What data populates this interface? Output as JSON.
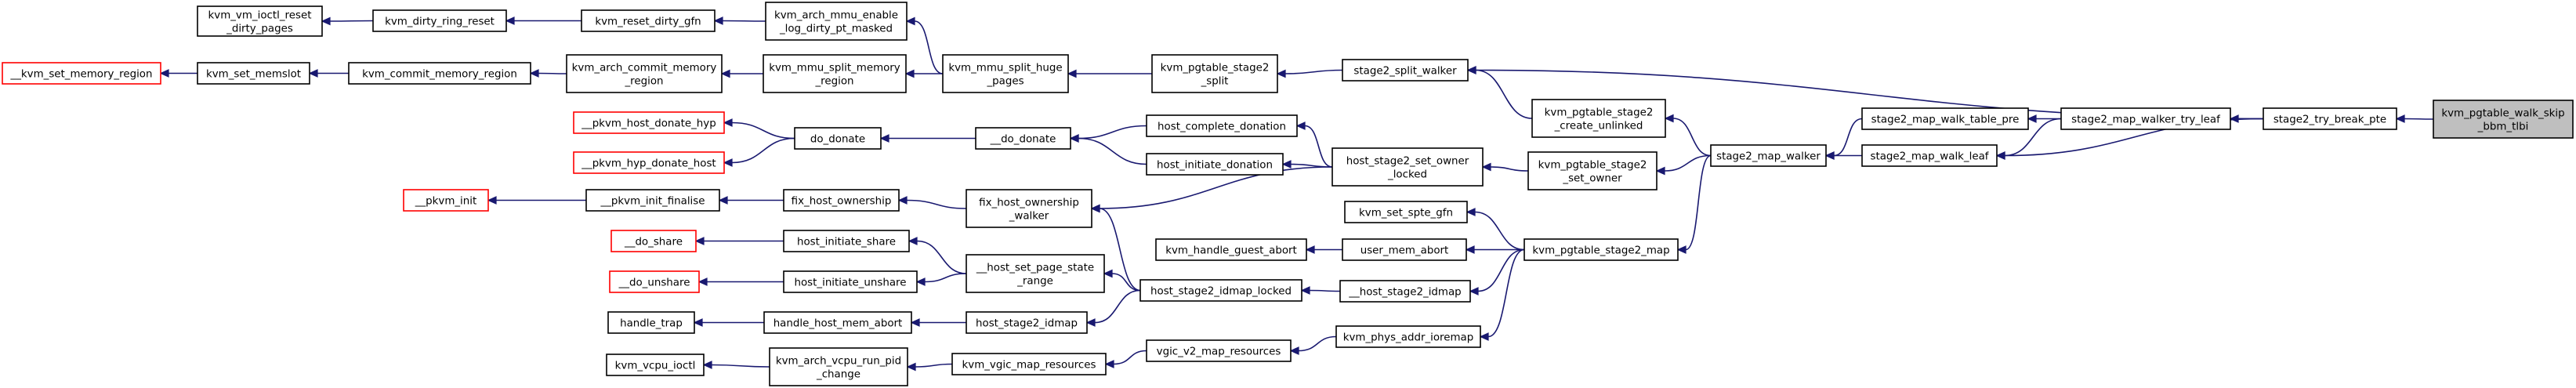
{
  "graph": {
    "colors": {
      "edge": "#191970",
      "node_border": "#000000",
      "incomplete_border": "#ff0000",
      "root_fill": "#bfbfbf",
      "background": "#ffffff"
    },
    "nodes": [
      {
        "id": "kvm_vm_ioctl_reset_dirty_pages",
        "lines": [
          "kvm_vm_ioctl_reset",
          "_dirty_pages"
        ]
      },
      {
        "id": "kvm_dirty_ring_reset",
        "lines": [
          "kvm_dirty_ring_reset"
        ]
      },
      {
        "id": "kvm_reset_dirty_gfn",
        "lines": [
          "kvm_reset_dirty_gfn"
        ]
      },
      {
        "id": "kvm_arch_mmu_enable_log_dirty_pt_masked",
        "lines": [
          "kvm_arch_mmu_enable",
          "_log_dirty_pt_masked"
        ]
      },
      {
        "id": "__kvm_set_memory_region",
        "lines": [
          "__kvm_set_memory_region"
        ],
        "incomplete": true
      },
      {
        "id": "kvm_set_memslot",
        "lines": [
          "kvm_set_memslot"
        ]
      },
      {
        "id": "kvm_commit_memory_region",
        "lines": [
          "kvm_commit_memory_region"
        ]
      },
      {
        "id": "kvm_arch_commit_memory_region",
        "lines": [
          "kvm_arch_commit_memory",
          "_region"
        ]
      },
      {
        "id": "kvm_mmu_split_memory_region",
        "lines": [
          "kvm_mmu_split_memory",
          "_region"
        ]
      },
      {
        "id": "kvm_mmu_split_huge_pages",
        "lines": [
          "kvm_mmu_split_huge",
          "_pages"
        ]
      },
      {
        "id": "kvm_pgtable_stage2_split",
        "lines": [
          "kvm_pgtable_stage2",
          "_split"
        ]
      },
      {
        "id": "stage2_split_walker",
        "lines": [
          "stage2_split_walker"
        ]
      },
      {
        "id": "__pkvm_host_donate_hyp",
        "lines": [
          "__pkvm_host_donate_hyp"
        ],
        "incomplete": true
      },
      {
        "id": "__pkvm_hyp_donate_host",
        "lines": [
          "__pkvm_hyp_donate_host"
        ],
        "incomplete": true
      },
      {
        "id": "do_donate",
        "lines": [
          "do_donate"
        ]
      },
      {
        "id": "__do_donate",
        "lines": [
          "__do_donate"
        ]
      },
      {
        "id": "host_complete_donation",
        "lines": [
          "host_complete_donation"
        ]
      },
      {
        "id": "host_initiate_donation",
        "lines": [
          "host_initiate_donation"
        ]
      },
      {
        "id": "host_stage2_set_owner_locked",
        "lines": [
          "host_stage2_set_owner",
          "_locked"
        ]
      },
      {
        "id": "kvm_pgtable_stage2_create_unlinked",
        "lines": [
          "kvm_pgtable_stage2",
          "_create_unlinked"
        ]
      },
      {
        "id": "kvm_pgtable_stage2_set_owner",
        "lines": [
          "kvm_pgtable_stage2",
          "_set_owner"
        ]
      },
      {
        "id": "__pkvm_init",
        "lines": [
          "__pkvm_init"
        ],
        "incomplete": true
      },
      {
        "id": "__pkvm_init_finalise",
        "lines": [
          "__pkvm_init_finalise"
        ]
      },
      {
        "id": "fix_host_ownership",
        "lines": [
          "fix_host_ownership"
        ]
      },
      {
        "id": "fix_host_ownership_walker",
        "lines": [
          "fix_host_ownership",
          "_walker"
        ]
      },
      {
        "id": "__do_share",
        "lines": [
          "__do_share"
        ],
        "incomplete": true
      },
      {
        "id": "host_initiate_share",
        "lines": [
          "host_initiate_share"
        ]
      },
      {
        "id": "__do_unshare",
        "lines": [
          "__do_unshare"
        ],
        "incomplete": true
      },
      {
        "id": "host_initiate_unshare",
        "lines": [
          "host_initiate_unshare"
        ]
      },
      {
        "id": "__host_set_page_state_range",
        "lines": [
          "__host_set_page_state",
          "_range"
        ]
      },
      {
        "id": "handle_trap",
        "lines": [
          "handle_trap"
        ]
      },
      {
        "id": "handle_host_mem_abort",
        "lines": [
          "handle_host_mem_abort"
        ]
      },
      {
        "id": "host_stage2_idmap",
        "lines": [
          "host_stage2_idmap"
        ]
      },
      {
        "id": "host_stage2_idmap_locked",
        "lines": [
          "host_stage2_idmap_locked"
        ]
      },
      {
        "id": "kvm_handle_guest_abort",
        "lines": [
          "kvm_handle_guest_abort"
        ]
      },
      {
        "id": "user_mem_abort",
        "lines": [
          "user_mem_abort"
        ]
      },
      {
        "id": "kvm_set_spte_gfn",
        "lines": [
          "kvm_set_spte_gfn"
        ]
      },
      {
        "id": "__host_stage2_idmap",
        "lines": [
          "__host_stage2_idmap"
        ]
      },
      {
        "id": "kvm_pgtable_stage2_map",
        "lines": [
          "kvm_pgtable_stage2_map"
        ]
      },
      {
        "id": "kvm_vcpu_ioctl",
        "lines": [
          "kvm_vcpu_ioctl"
        ]
      },
      {
        "id": "kvm_arch_vcpu_run_pid_change",
        "lines": [
          "kvm_arch_vcpu_run_pid",
          "_change"
        ]
      },
      {
        "id": "kvm_vgic_map_resources",
        "lines": [
          "kvm_vgic_map_resources"
        ]
      },
      {
        "id": "vgic_v2_map_resources",
        "lines": [
          "vgic_v2_map_resources"
        ]
      },
      {
        "id": "kvm_phys_addr_ioremap",
        "lines": [
          "kvm_phys_addr_ioremap"
        ]
      },
      {
        "id": "stage2_map_walker",
        "lines": [
          "stage2_map_walker"
        ]
      },
      {
        "id": "stage2_map_walk_table_pre",
        "lines": [
          "stage2_map_walk_table_pre"
        ]
      },
      {
        "id": "stage2_map_walk_leaf",
        "lines": [
          "stage2_map_walk_leaf"
        ]
      },
      {
        "id": "stage2_map_walker_try_leaf",
        "lines": [
          "stage2_map_walker_try_leaf"
        ]
      },
      {
        "id": "stage2_try_break_pte",
        "lines": [
          "stage2_try_break_pte"
        ]
      },
      {
        "id": "kvm_pgtable_walk_skip_bbm_tlbi",
        "lines": [
          "kvm_pgtable_walk_skip",
          "_bbm_tlbi"
        ],
        "root": true
      }
    ],
    "edges": [
      [
        "kvm_vm_ioctl_reset_dirty_pages",
        "kvm_dirty_ring_reset"
      ],
      [
        "kvm_dirty_ring_reset",
        "kvm_reset_dirty_gfn"
      ],
      [
        "kvm_reset_dirty_gfn",
        "kvm_arch_mmu_enable_log_dirty_pt_masked"
      ],
      [
        "kvm_arch_mmu_enable_log_dirty_pt_masked",
        "kvm_mmu_split_huge_pages"
      ],
      [
        "__kvm_set_memory_region",
        "kvm_set_memslot"
      ],
      [
        "kvm_set_memslot",
        "kvm_commit_memory_region"
      ],
      [
        "kvm_commit_memory_region",
        "kvm_arch_commit_memory_region"
      ],
      [
        "kvm_arch_commit_memory_region",
        "kvm_mmu_split_memory_region"
      ],
      [
        "kvm_mmu_split_memory_region",
        "kvm_mmu_split_huge_pages"
      ],
      [
        "kvm_mmu_split_huge_pages",
        "kvm_pgtable_stage2_split"
      ],
      [
        "kvm_pgtable_stage2_split",
        "stage2_split_walker"
      ],
      [
        "stage2_split_walker",
        "stage2_try_break_pte"
      ],
      [
        "stage2_split_walker",
        "kvm_pgtable_stage2_create_unlinked"
      ],
      [
        "__pkvm_host_donate_hyp",
        "do_donate"
      ],
      [
        "__pkvm_hyp_donate_host",
        "do_donate"
      ],
      [
        "do_donate",
        "__do_donate"
      ],
      [
        "__do_donate",
        "host_complete_donation"
      ],
      [
        "__do_donate",
        "host_initiate_donation"
      ],
      [
        "host_complete_donation",
        "host_stage2_set_owner_locked"
      ],
      [
        "host_initiate_donation",
        "host_stage2_set_owner_locked"
      ],
      [
        "host_stage2_set_owner_locked",
        "kvm_pgtable_stage2_set_owner"
      ],
      [
        "kvm_pgtable_stage2_create_unlinked",
        "stage2_map_walker"
      ],
      [
        "kvm_pgtable_stage2_set_owner",
        "stage2_map_walker"
      ],
      [
        "__pkvm_init",
        "__pkvm_init_finalise"
      ],
      [
        "__pkvm_init_finalise",
        "fix_host_ownership"
      ],
      [
        "fix_host_ownership",
        "fix_host_ownership_walker"
      ],
      [
        "fix_host_ownership_walker",
        "host_stage2_set_owner_locked"
      ],
      [
        "fix_host_ownership_walker",
        "host_stage2_idmap_locked"
      ],
      [
        "__do_share",
        "host_initiate_share"
      ],
      [
        "host_initiate_share",
        "__host_set_page_state_range"
      ],
      [
        "__do_unshare",
        "host_initiate_unshare"
      ],
      [
        "host_initiate_unshare",
        "__host_set_page_state_range"
      ],
      [
        "__host_set_page_state_range",
        "host_stage2_idmap_locked"
      ],
      [
        "handle_trap",
        "handle_host_mem_abort"
      ],
      [
        "handle_host_mem_abort",
        "host_stage2_idmap"
      ],
      [
        "host_stage2_idmap",
        "host_stage2_idmap_locked"
      ],
      [
        "host_stage2_idmap_locked",
        "__host_stage2_idmap"
      ],
      [
        "__host_stage2_idmap",
        "kvm_pgtable_stage2_map"
      ],
      [
        "kvm_handle_guest_abort",
        "user_mem_abort"
      ],
      [
        "user_mem_abort",
        "kvm_pgtable_stage2_map"
      ],
      [
        "kvm_set_spte_gfn",
        "kvm_pgtable_stage2_map"
      ],
      [
        "kvm_vcpu_ioctl",
        "kvm_arch_vcpu_run_pid_change"
      ],
      [
        "kvm_arch_vcpu_run_pid_change",
        "kvm_vgic_map_resources"
      ],
      [
        "kvm_vgic_map_resources",
        "vgic_v2_map_resources"
      ],
      [
        "vgic_v2_map_resources",
        "kvm_phys_addr_ioremap"
      ],
      [
        "kvm_phys_addr_ioremap",
        "kvm_pgtable_stage2_map"
      ],
      [
        "kvm_pgtable_stage2_map",
        "stage2_map_walker"
      ],
      [
        "stage2_map_walker",
        "stage2_map_walk_table_pre"
      ],
      [
        "stage2_map_walker",
        "stage2_map_walk_leaf"
      ],
      [
        "stage2_map_walk_table_pre",
        "stage2_map_walker_try_leaf"
      ],
      [
        "stage2_map_walk_leaf",
        "stage2_map_walker_try_leaf"
      ],
      [
        "stage2_map_walk_leaf",
        "stage2_try_break_pte"
      ],
      [
        "stage2_map_walker_try_leaf",
        "stage2_try_break_pte"
      ],
      [
        "stage2_try_break_pte",
        "kvm_pgtable_walk_skip_bbm_tlbi"
      ]
    ]
  }
}
